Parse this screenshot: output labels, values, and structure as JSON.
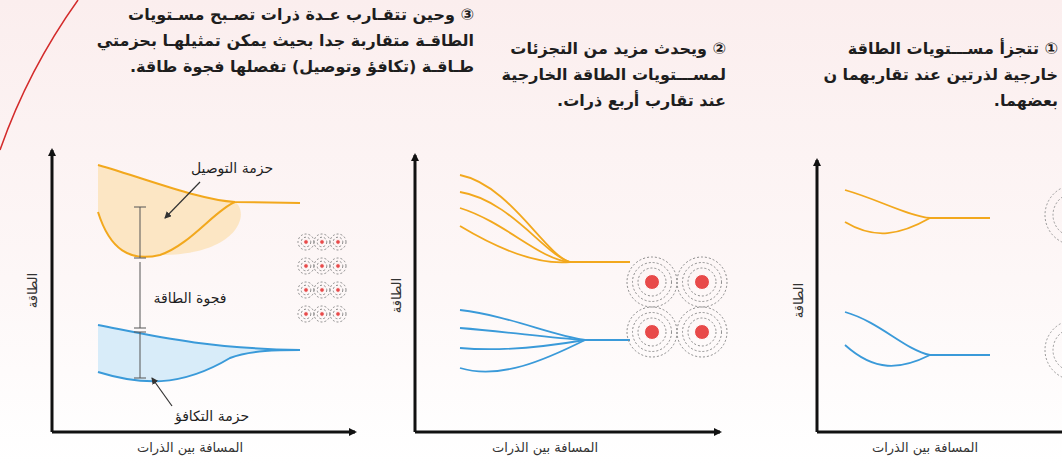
{
  "diagram": {
    "labels": [
      "① تتجزأ مســـتويات الطاقة خارجية لذرتين عند تقاربهما ن بعضهما.",
      "② ويحدث مزيد من التجزئات لمســـتويات الطاقة الخارجية عند تقارب أربع ذرات.",
      "③ وحين تتقـارب عـدة ذرات تصـبح مسـتويات الطاقـة متقاربة جدا بحيث يمكن تمثيلهـا بحزمتي طـاقـة (تكافؤ وتوصيل) تفصلها فجوة طاقة.",
      "حزمة التوصيل",
      "فجوة الطاقة",
      "حزمة التكافؤ",
      "الطاقة",
      "المسافة بين الذرات",
      "الطاقة",
      "المسافة بين الذرات",
      "الطاقة",
      "المسافة بين الذرات"
    ]
  }
}
